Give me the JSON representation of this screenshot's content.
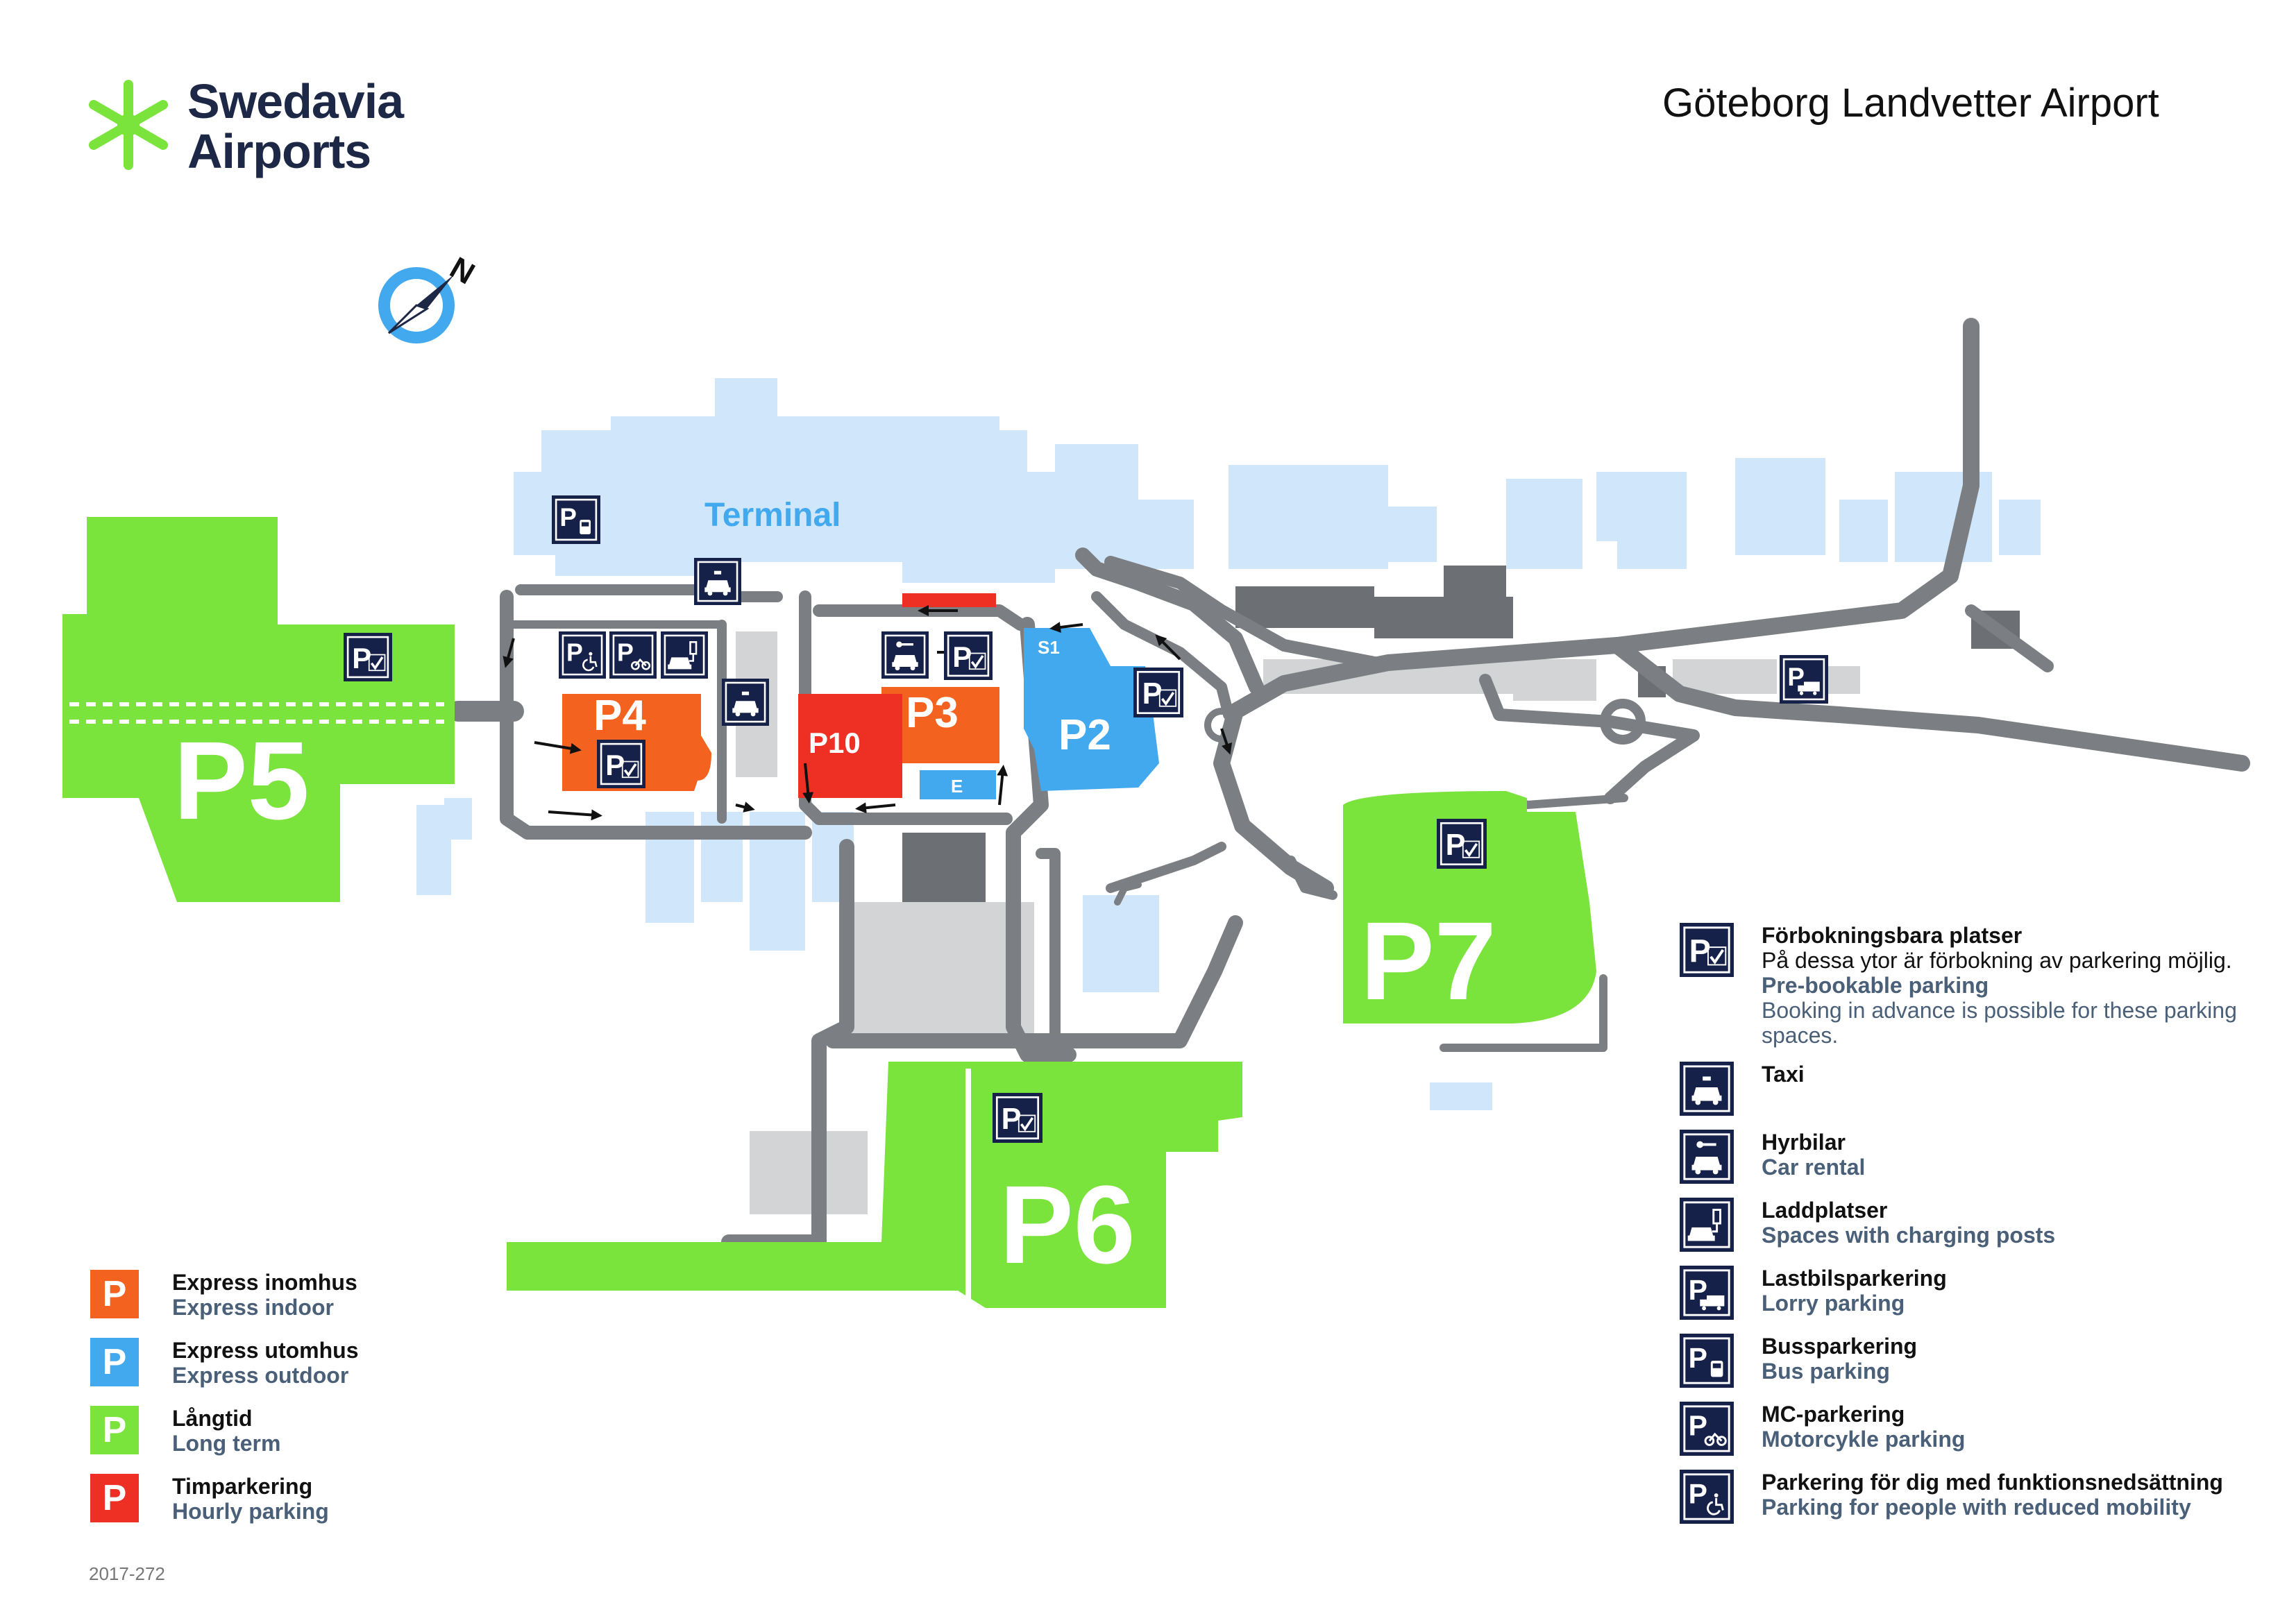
{
  "logo": {
    "line1": "Swedavia",
    "line2": "Airports",
    "brand_color": "#7ae33c"
  },
  "title": "Göteborg Landvetter Airport",
  "compass": {
    "label": "N"
  },
  "map_labels": {
    "terminal": "Terminal",
    "p2": "P2",
    "p3": "P3",
    "p4": "P4",
    "p5": "P5",
    "p6": "P6",
    "p7": "P7",
    "p10": "P10",
    "s1": "S1",
    "e": "E"
  },
  "colors": {
    "orange": "#f4621f",
    "blue": "#42a9ee",
    "green": "#7ae33c",
    "red": "#ee2f24",
    "light_blue": "#cfe6fb",
    "road": "#7b7f83",
    "light_gray": "#d3d4d6",
    "dark_gray": "#6c7074",
    "icon_navy": "#16214a"
  },
  "zone_legend": [
    {
      "letter": "P",
      "sv": "Express inomhus",
      "en": "Express indoor",
      "color": "#f4621f"
    },
    {
      "letter": "P",
      "sv": "Express utomhus",
      "en": "Express outdoor",
      "color": "#42a9ee"
    },
    {
      "letter": "P",
      "sv": "Långtid",
      "en": "Long term",
      "color": "#7ae33c"
    },
    {
      "letter": "P",
      "sv": "Timparkering",
      "en": "Hourly parking",
      "color": "#ee2f24"
    }
  ],
  "icon_legend": [
    {
      "icon": "prebook-parking-icon",
      "sv": "Förbokningsbara platser",
      "sv_desc": "På dessa ytor är förbokning av parkering möjlig.",
      "en": "Pre-bookable parking",
      "en_desc": "Booking in advance is possible for these parking spaces."
    },
    {
      "icon": "taxi-icon",
      "sv": "Taxi",
      "en": ""
    },
    {
      "icon": "car-rental-icon",
      "sv": "Hyrbilar",
      "en": "Car rental"
    },
    {
      "icon": "charging-icon",
      "sv": "Laddplatser",
      "en": "Spaces with charging posts"
    },
    {
      "icon": "lorry-parking-icon",
      "sv": "Lastbilsparkering",
      "en": "Lorry parking"
    },
    {
      "icon": "bus-parking-icon",
      "sv": "Bussparkering",
      "en": "Bus parking"
    },
    {
      "icon": "mc-parking-icon",
      "sv": "MC-parkering",
      "en": "Motorcykle parking"
    },
    {
      "icon": "accessible-parking-icon",
      "sv": "Parkering för dig med funktionsnedsättning",
      "en": "Parking for people with reduced mobility"
    }
  ],
  "doc_code": "2017-272"
}
